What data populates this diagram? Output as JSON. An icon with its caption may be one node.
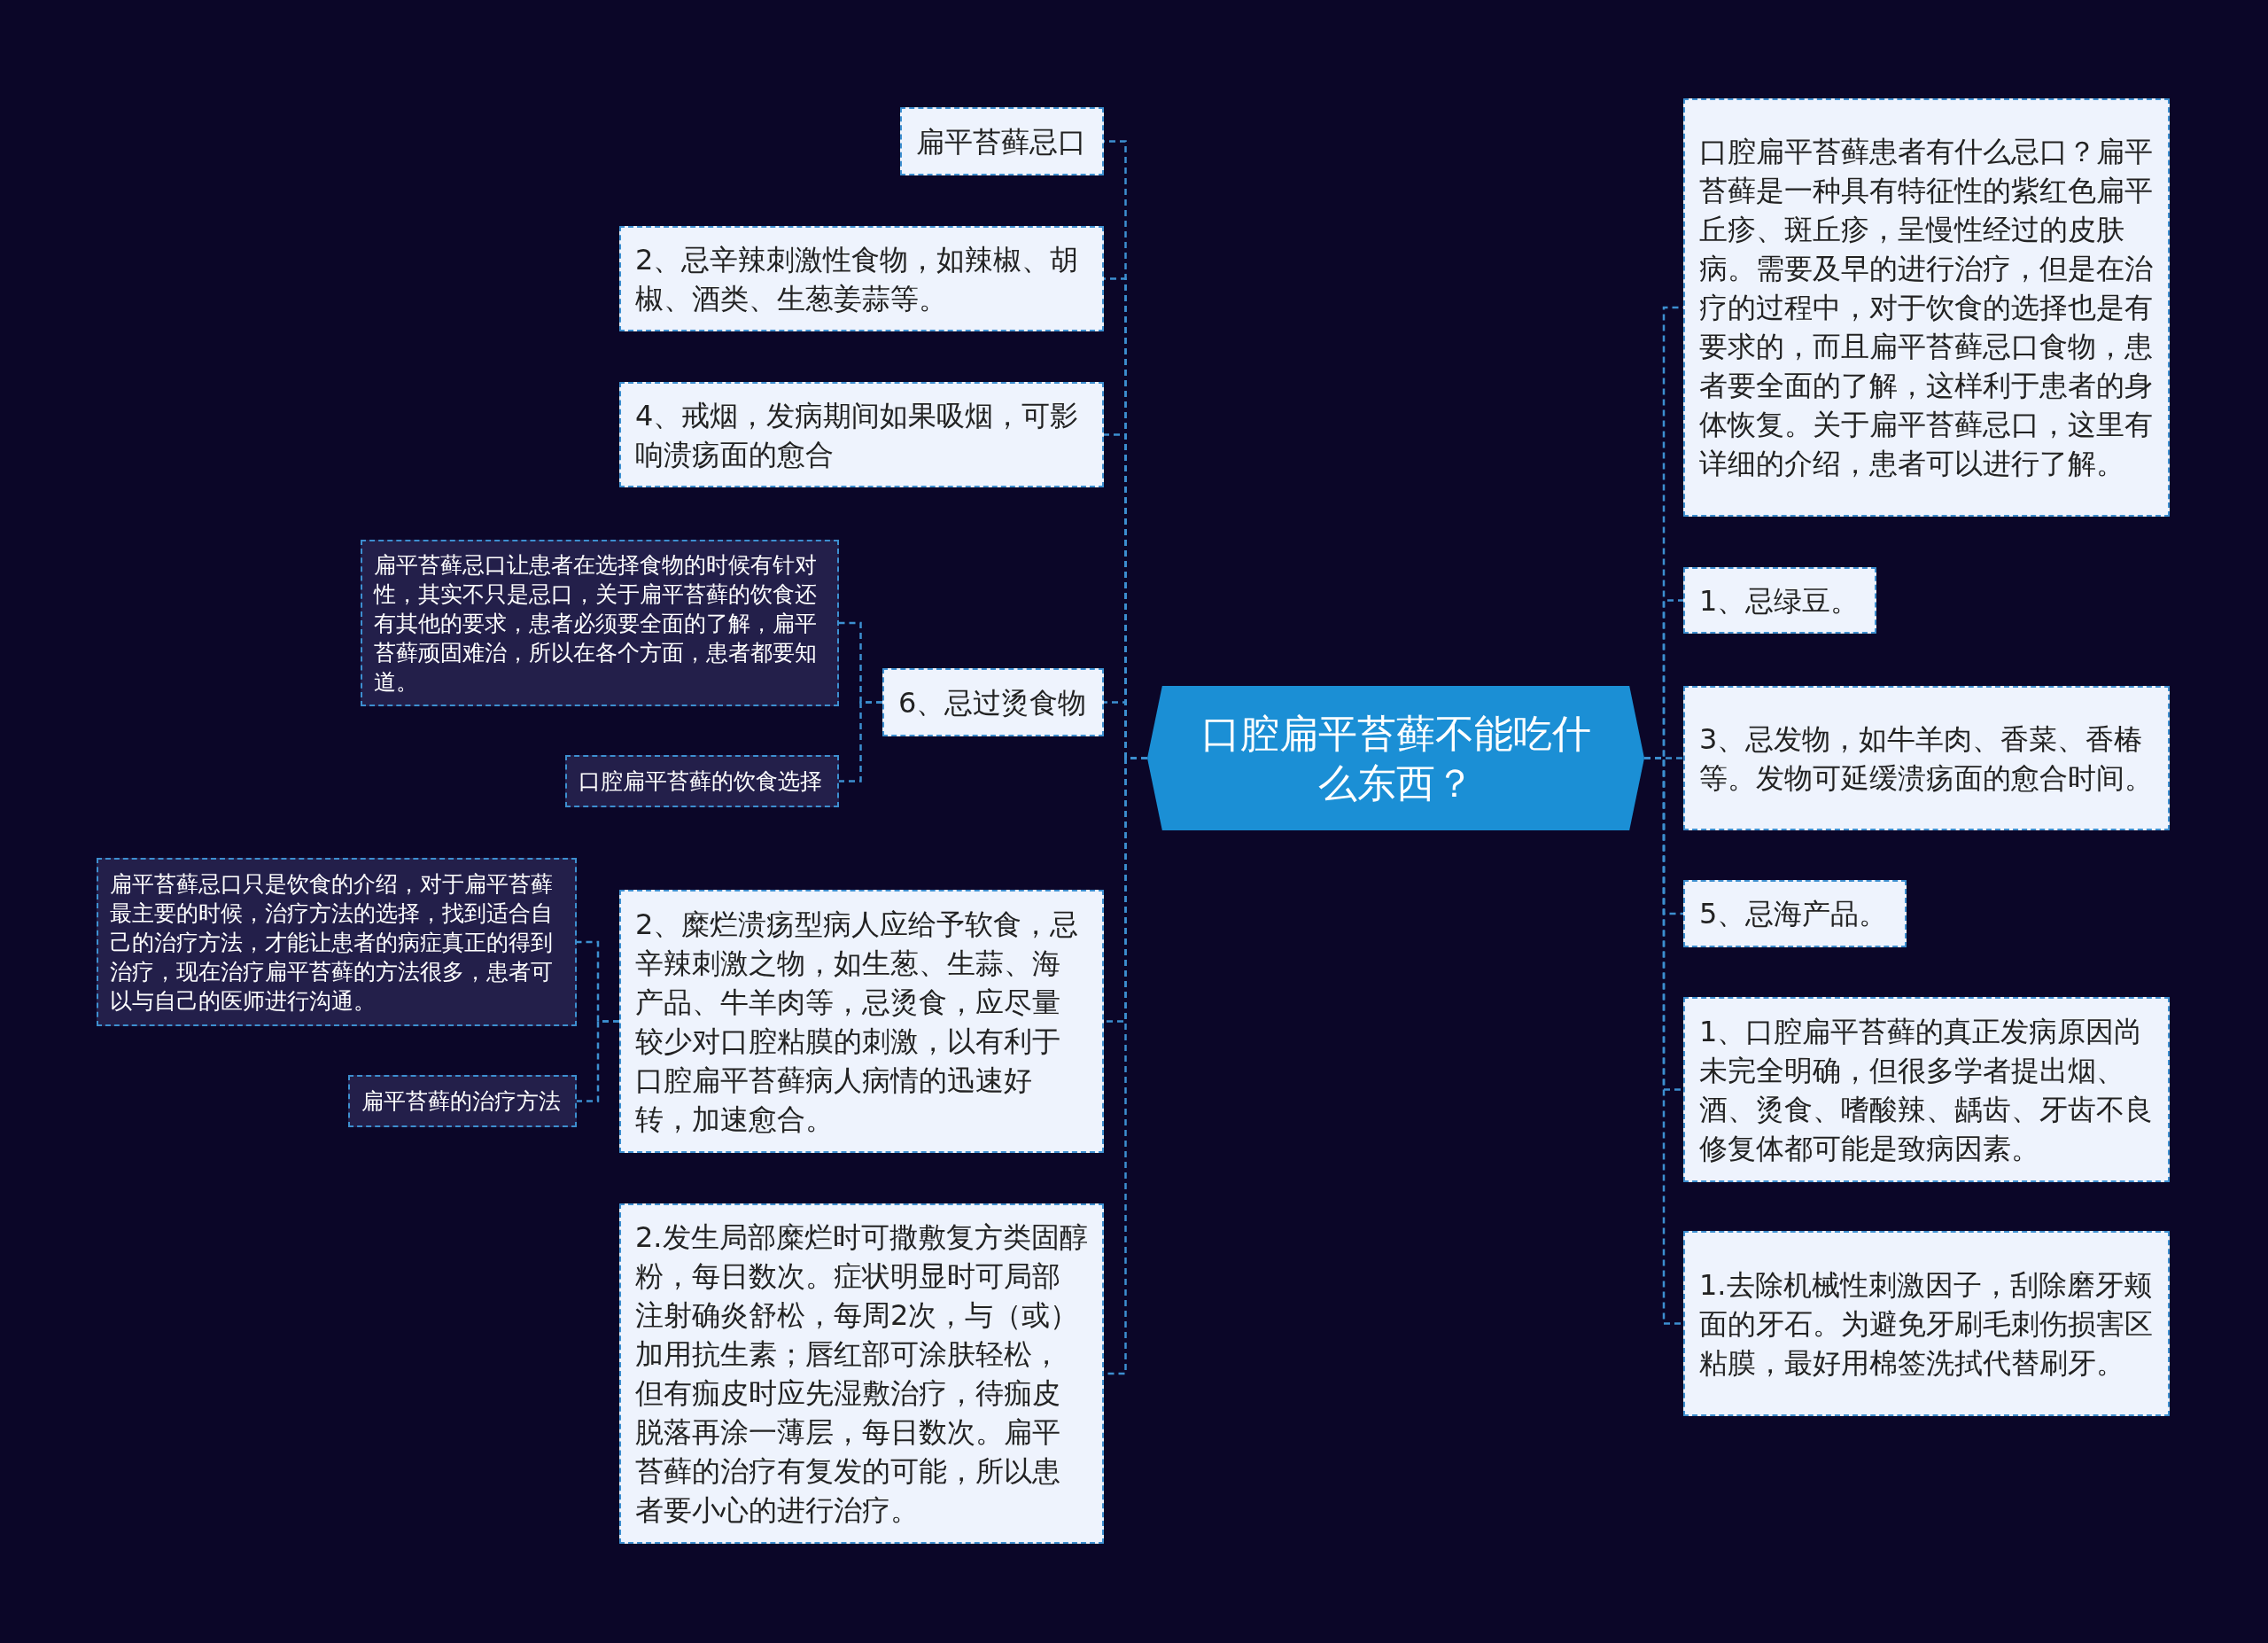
{
  "diagram": {
    "nodes": [
      {
        "text": [
          "口腔扁平苔藓不能吃什么东西？"
        ]
      },
      {
        "text": [
          "扁平苔藓忌口"
        ]
      },
      {
        "text": [
          "2、忌辛辣刺激性食物，如辣椒、胡椒、酒类、生葱姜蒜等。"
        ]
      },
      {
        "text": [
          "4、戒烟，发病期间如果吸烟，可影响溃疡面的愈合"
        ]
      },
      {
        "text": [
          "6、忌过烫食物"
        ]
      },
      {
        "text": [
          "扁平苔藓忌口让患者在选择食物的时候有针对性，其实不只是忌口，关于扁平苔藓的饮食还有其他的要求，患者必须要全面的了解，扁平苔藓顽固难治，所以在各个方面，患者都要知道。"
        ]
      },
      {
        "text": [
          "口腔扁平苔藓的饮食选择"
        ]
      },
      {
        "text": [
          "2、糜烂溃疡型病人应给予软食，忌辛辣刺激之物，如生葱、生蒜、海产品、牛羊肉等，忌烫食，应尽量较少对口腔粘膜的刺激，以有利于口腔扁平苔藓病人病情的迅速好转，加速愈合。"
        ]
      },
      {
        "text": [
          "扁平苔藓忌口只是饮食的介绍，对于扁平苔藓最主要的时候，治疗方法的选择，找到适合自己的治疗方法，才能让患者的病症真正的得到治疗，现在治疗扁平苔藓的方法很多，患者可以与自己的医师进行沟通。"
        ]
      },
      {
        "text": [
          "扁平苔藓的治疗方法"
        ]
      },
      {
        "text": [
          "2.发生局部糜烂时可撒敷复方类固醇粉，每日数次。症状明显时可局部注射确炎舒松，每周2次，与（或）加用抗生素；唇红部可涂肤轻松，但有痂皮时应先湿敷治疗，待痂皮脱落再涂一薄层，每日数次。扁平苔藓的治疗有复发的可能，所以患者要小心的进行治疗。"
        ]
      },
      {
        "text": [
          "口腔扁平苔藓患者有什么忌口？扁平苔藓是一种具有特征性的紫红色扁平丘疹、斑丘疹，呈慢性经过的皮肤病。需要及早的进行治疗，但是在治疗的过程中，对于饮食的选择也是有要求的，而且扁平苔藓忌口食物，患者要全面的了解，这样利于患者的身体恢复。关于扁平苔藓忌口，这里有详细的介绍，患者可以进行了解。"
        ]
      },
      {
        "text": [
          "1、忌绿豆。"
        ]
      },
      {
        "text": [
          "3、忌发物，如牛羊肉、香菜、香椿等。发物可延缓溃疡面的愈合时间。"
        ]
      },
      {
        "text": [
          "5、忌海产品。"
        ]
      },
      {
        "text": [
          "1、口腔扁平苔藓的真正发病原因尚未完全明确，但很多学者提出烟、酒、烫食、嗜酸辣、龋齿、牙齿不良修复体都可能是致病因素。"
        ]
      },
      {
        "text": [
          "1.去除机械性刺激因子，刮除磨牙颊面的牙石。为避免牙刷毛刺伤损害区粘膜，最好用棉签洗拭代替刷牙。"
        ]
      }
    ],
    "edges": [
      {
        "from": 0,
        "to": 1,
        "arrow": "none"
      },
      {
        "from": 0,
        "to": 2,
        "arrow": "none"
      },
      {
        "from": 0,
        "to": 3,
        "arrow": "none"
      },
      {
        "from": 0,
        "to": 4,
        "arrow": "none"
      },
      {
        "from": 4,
        "to": 5,
        "arrow": "none"
      },
      {
        "from": 4,
        "to": 6,
        "arrow": "none"
      },
      {
        "from": 0,
        "to": 7,
        "arrow": "none"
      },
      {
        "from": 7,
        "to": 8,
        "arrow": "none"
      },
      {
        "from": 7,
        "to": 9,
        "arrow": "none"
      },
      {
        "from": 0,
        "to": 10,
        "arrow": "none"
      },
      {
        "from": 0,
        "to": 11,
        "arrow": "none"
      },
      {
        "from": 0,
        "to": 12,
        "arrow": "none"
      },
      {
        "from": 0,
        "to": 13,
        "arrow": "none"
      },
      {
        "from": 0,
        "to": 14,
        "arrow": "none"
      },
      {
        "from": 0,
        "to": 15,
        "arrow": "none"
      },
      {
        "from": 0,
        "to": 16,
        "arrow": "none"
      }
    ]
  }
}
